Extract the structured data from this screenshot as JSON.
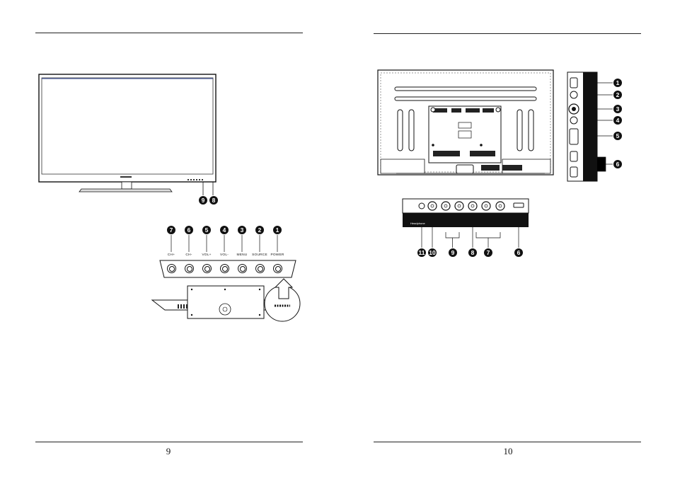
{
  "pages": {
    "left_number": "9",
    "right_number": "10"
  },
  "front_panel": {
    "callouts": [
      "9",
      "8"
    ]
  },
  "key_panel": {
    "buttons": [
      {
        "num": "7",
        "label": "CH+"
      },
      {
        "num": "6",
        "label": "CH-"
      },
      {
        "num": "5",
        "label": "VOL+"
      },
      {
        "num": "4",
        "label": "VOL-"
      },
      {
        "num": "3",
        "label": "MENU"
      },
      {
        "num": "2",
        "label": "SOURCE"
      },
      {
        "num": "1",
        "label": "POWER"
      }
    ]
  },
  "side_ports": {
    "callouts": [
      "1",
      "2",
      "3",
      "4",
      "5",
      "6"
    ]
  },
  "bottom_ports": {
    "headphone_label": "Headphone",
    "callouts": [
      "11",
      "10",
      "9",
      "8",
      "7",
      "6"
    ]
  },
  "colors": {
    "ink": "#111111",
    "screen_edge": "#4a5a9a"
  }
}
